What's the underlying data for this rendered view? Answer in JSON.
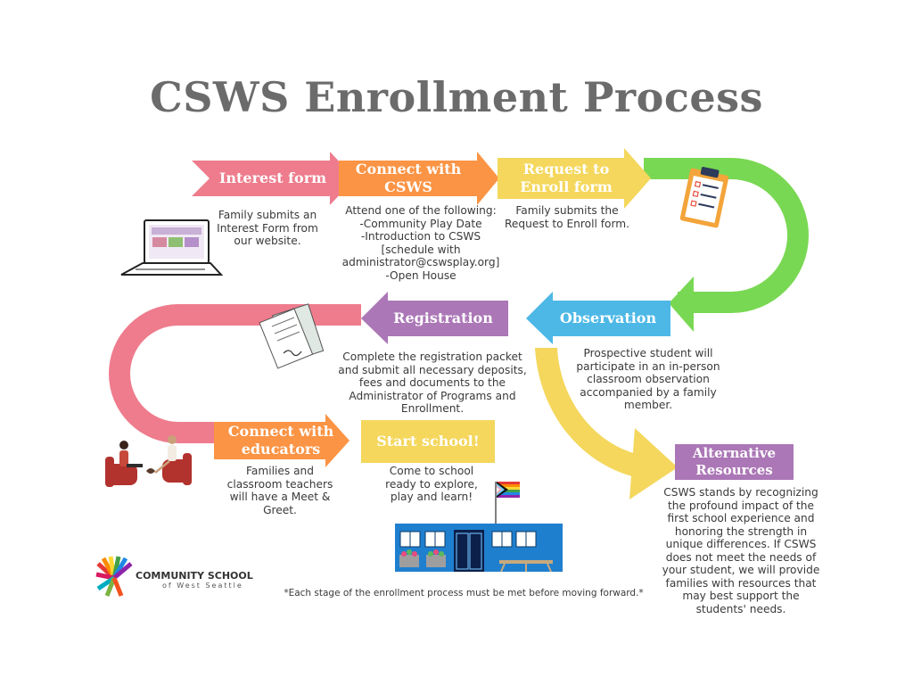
{
  "title": "CSWS Enrollment Process",
  "colors": {
    "pink": "#ee7c8d",
    "orange": "#fb9445",
    "yellow": "#f4d75c",
    "green": "#79d853",
    "blue": "#4db8e6",
    "purple": "#ab77b6",
    "title": "#6b6b6b"
  },
  "steps": {
    "interest": {
      "label": "Interest form",
      "desc": "Family submits an Interest Form from our website."
    },
    "connect_csws": {
      "label_1": "Connect with",
      "label_2": "CSWS",
      "desc_lines": [
        "Attend one of the following:",
        "-Community Play Date",
        "-Introduction to CSWS",
        "[schedule with",
        "administrator@cswsplay.org]",
        "-Open House"
      ]
    },
    "request": {
      "label_1": "Request to",
      "label_2": "Enroll form",
      "desc": "Family submits the Request to Enroll form."
    },
    "observation": {
      "label": "Observation",
      "desc": "Prospective student will participate in an in-person classroom observation accompanied by a family member."
    },
    "registration": {
      "label": "Registration",
      "desc": "Complete the registration packet and submit all necessary deposits, fees and documents to the Administrator of Programs and Enrollment."
    },
    "connect_educators": {
      "label_1": "Connect with",
      "label_2": "educators",
      "desc": "Families and classroom teachers will have a Meet & Greet."
    },
    "start_school": {
      "label": "Start school!",
      "desc": "Come to school ready to explore, play and learn!"
    },
    "alternative": {
      "label_1": "Alternative",
      "label_2": "Resources",
      "desc": "CSWS stands by recognizing the profound impact of the first school experience and honoring the strength in unique differences. If CSWS does not meet the needs of your student, we will provide families with resources that may best support the students' needs."
    }
  },
  "logo": {
    "line1": "COMMUNITY SCHOOL",
    "line2": "of West Seattle"
  },
  "footnote": "*Each stage of the enrollment process must be met before moving forward.*",
  "icons": [
    "laptop-icon",
    "clipboard-icon",
    "documents-icon",
    "meeting-people-icon",
    "school-building-icon",
    "pride-flag-icon",
    "logo-icon"
  ]
}
